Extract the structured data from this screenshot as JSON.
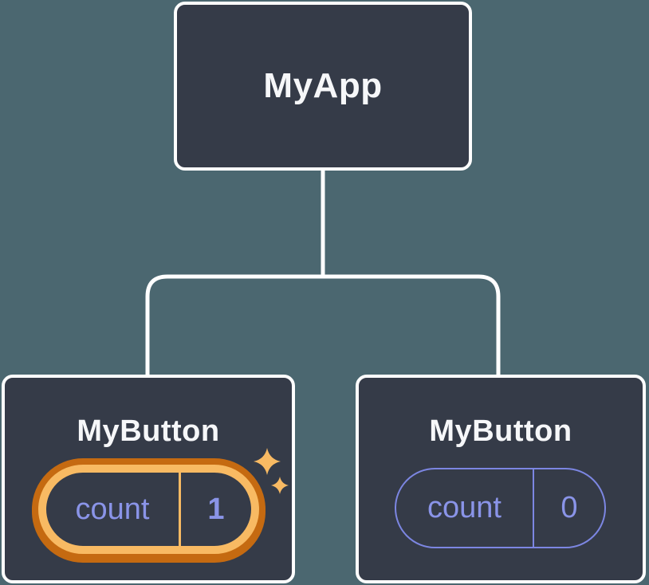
{
  "tree": {
    "root": {
      "label": "MyApp"
    },
    "children": [
      {
        "label": "MyButton",
        "state_name": "count",
        "state_value": "1",
        "highlighted": true
      },
      {
        "label": "MyButton",
        "state_name": "count",
        "state_value": "0",
        "highlighted": false
      }
    ]
  },
  "icons": [
    {
      "name": "sparkles-icon",
      "glyph": "✦",
      "meaning": "state just updated"
    }
  ],
  "colors": {
    "background": "#4B6770",
    "node_fill": "#353B48",
    "node_border": "#FFFFFF",
    "highlight_dark": "#C56A11",
    "highlight_light": "#F8BA63",
    "state_purple": "#8A94E8",
    "pill_outline": "#7C86E2",
    "title_white": "#F6F7F9"
  }
}
